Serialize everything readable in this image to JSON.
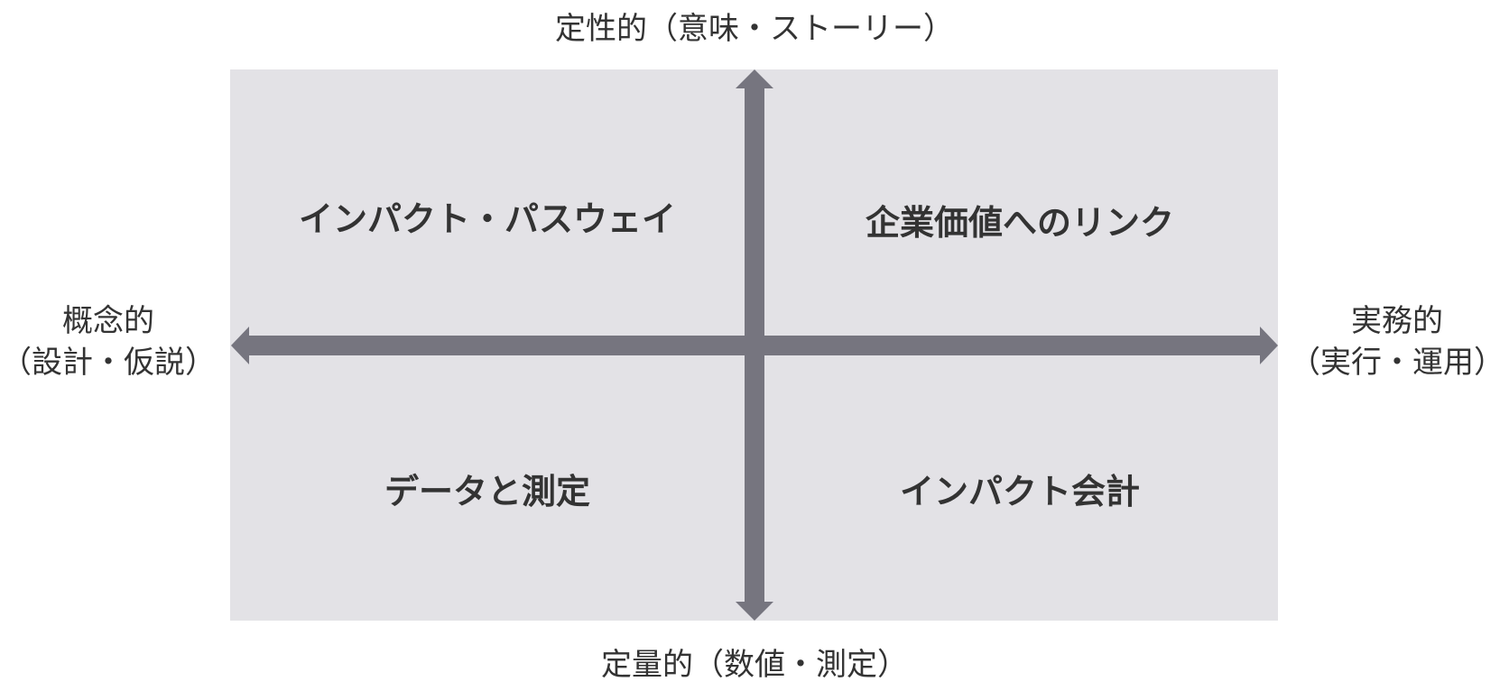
{
  "axes": {
    "top": "定性的（意味・ストーリー）",
    "bottom": "定量的（数値・測定）",
    "left": {
      "line1": "概念的",
      "line2": "（設計・仮説）"
    },
    "right": {
      "line1": "実務的",
      "line2": "（実行・運用）"
    }
  },
  "quadrants": {
    "top_left": "インパクト・パスウェイ",
    "top_right": "企業価値へのリンク",
    "bottom_left": "データと測定",
    "bottom_right": "インパクト会計"
  },
  "colors": {
    "panel": "#e3e2e6",
    "arrow": "#76757f",
    "text": "#333333"
  }
}
